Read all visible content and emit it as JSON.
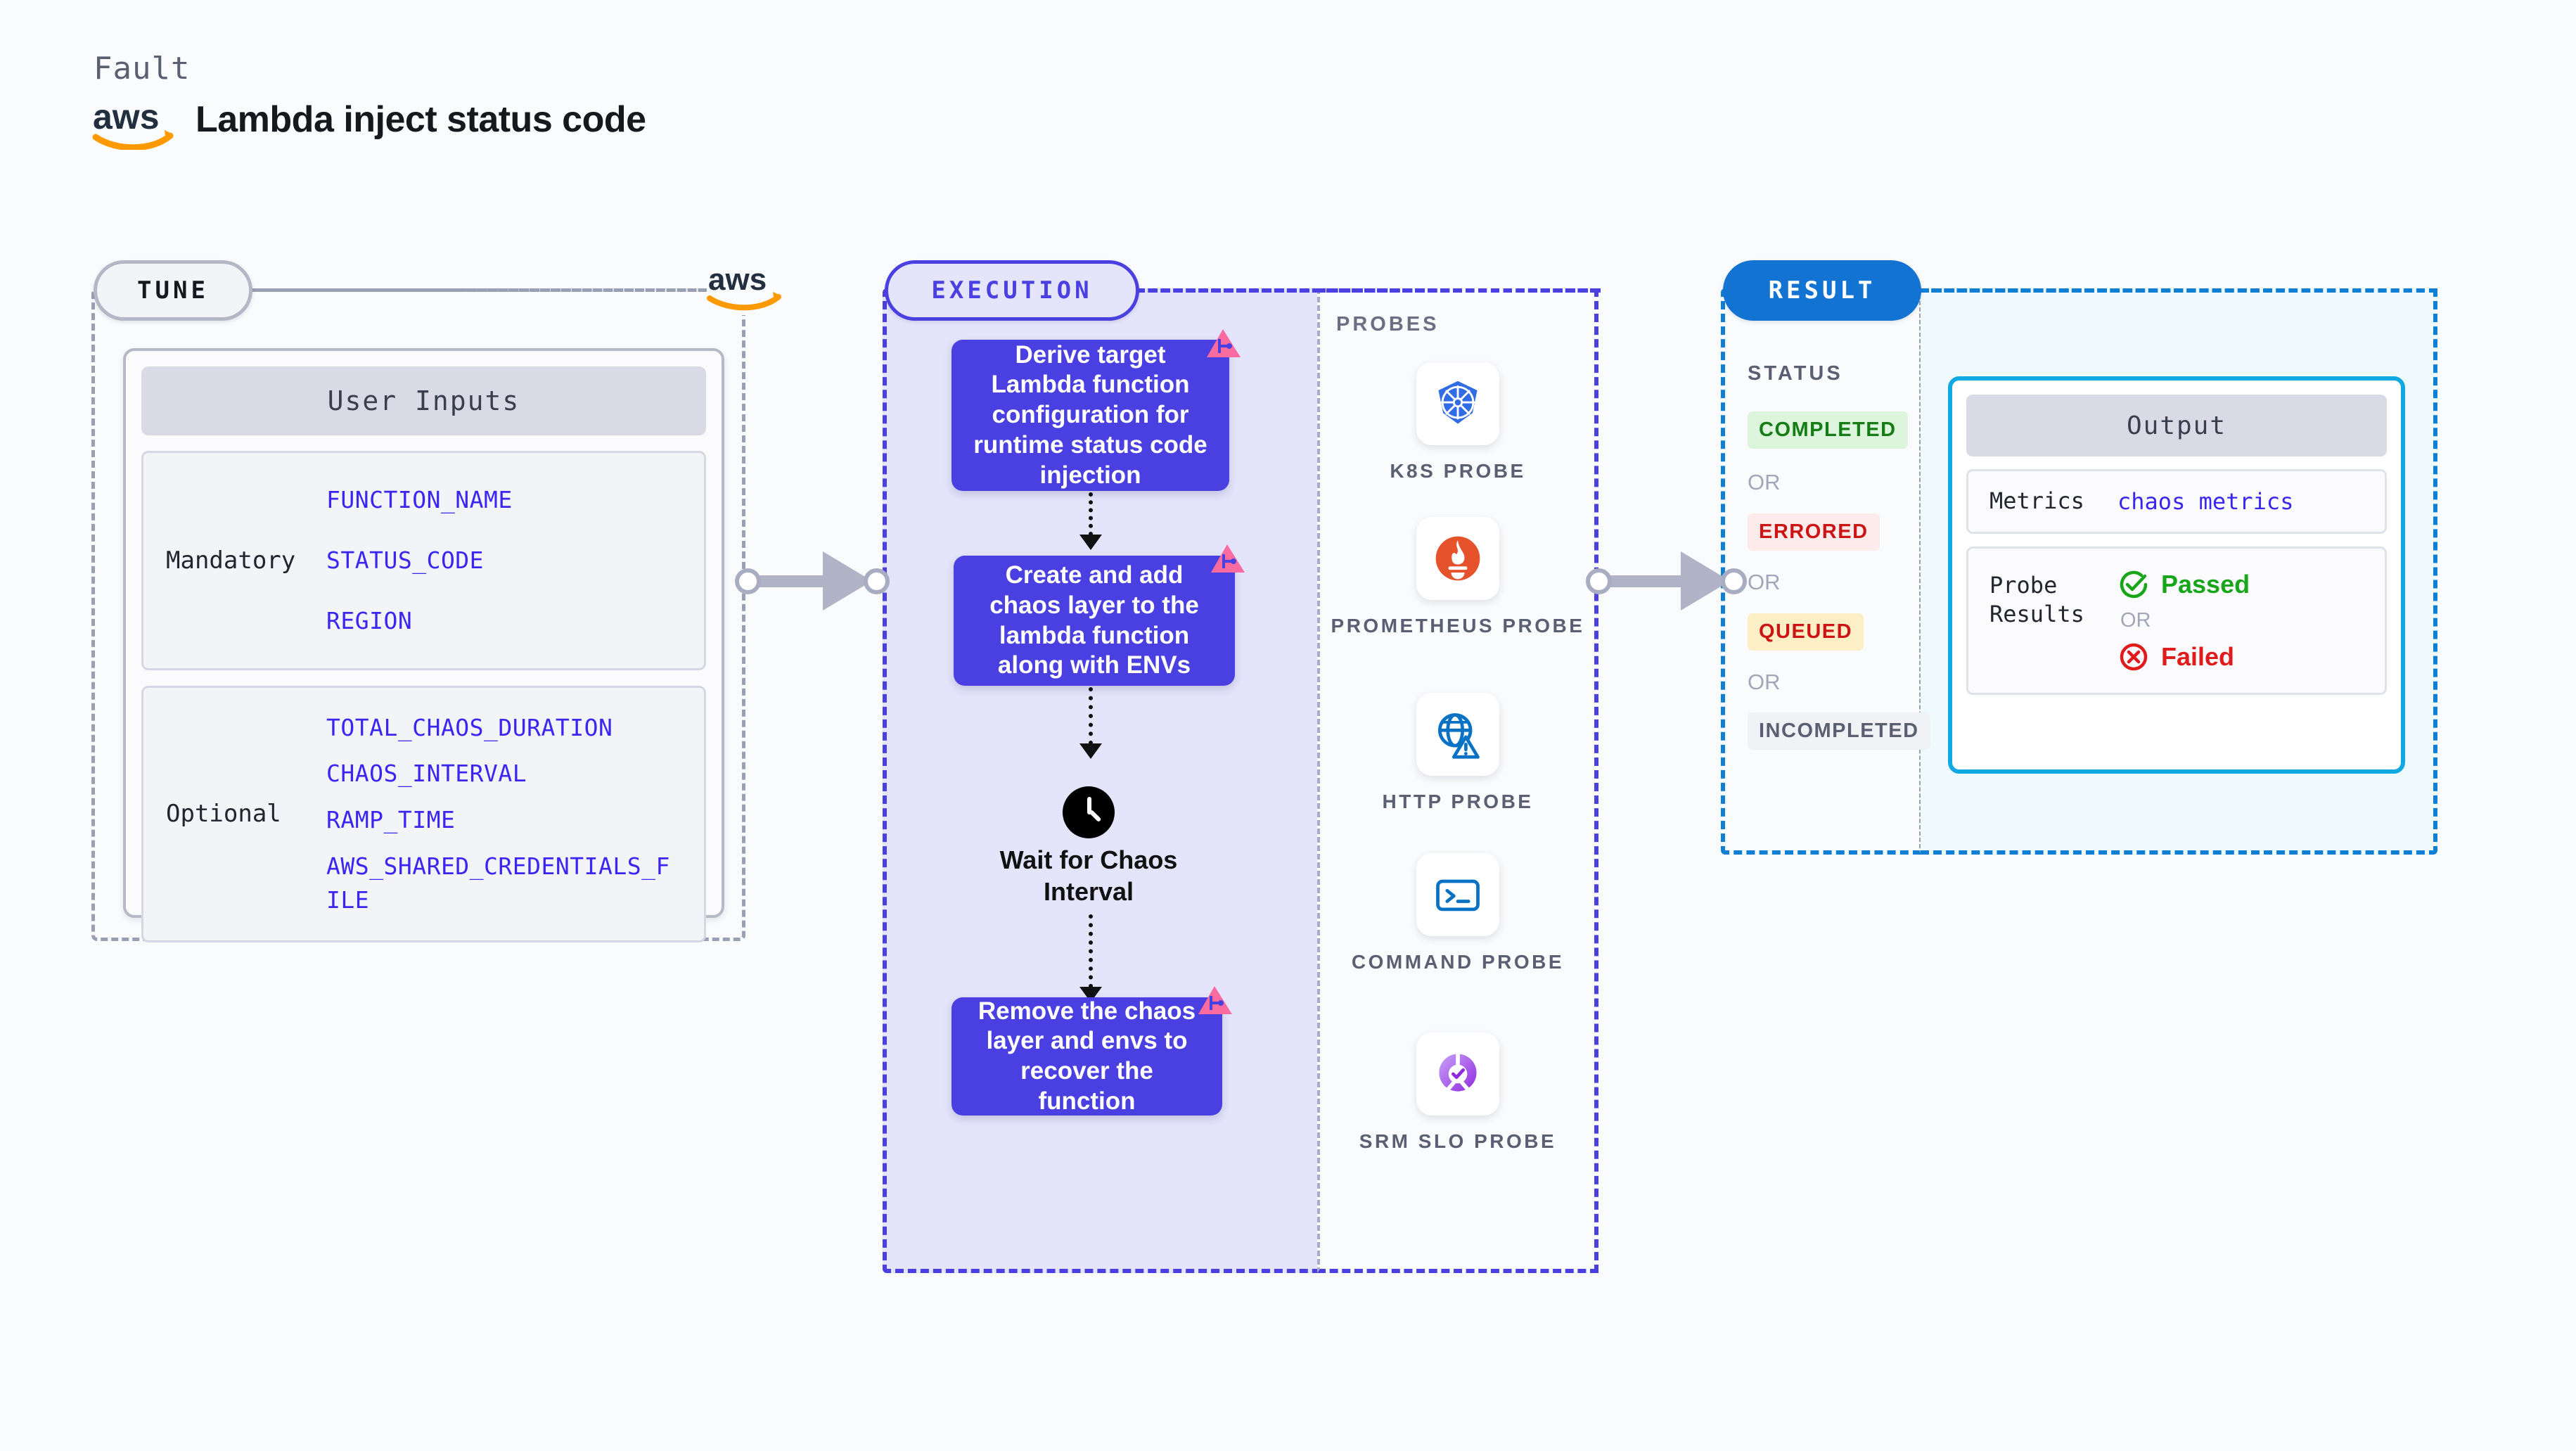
{
  "header": {
    "eyebrow": "Fault",
    "logo": "aws-logo",
    "title": "Lambda inject status code"
  },
  "tune": {
    "chip_label": "TUNE",
    "logo": "aws-logo",
    "card_title": "User Inputs",
    "groups": [
      {
        "label": "Mandatory",
        "vars": [
          "FUNCTION_NAME",
          "STATUS_CODE",
          "REGION"
        ]
      },
      {
        "label": "Optional",
        "vars": [
          "TOTAL_CHAOS_DURATION",
          "CHAOS_INTERVAL",
          "RAMP_TIME",
          "AWS_SHARED_CREDENTIALS_FILE"
        ]
      }
    ]
  },
  "execution": {
    "chip_label": "EXECUTION",
    "steps": [
      {
        "text": "Derive target Lambda function configuration for runtime status code injection",
        "badge": "chaos-ribbon-icon"
      },
      {
        "text": "Create and add chaos layer to the lambda function along with ENVs",
        "badge": "chaos-ribbon-icon"
      }
    ],
    "wait": {
      "icon": "clock-icon",
      "label": "Wait for Chaos Interval"
    },
    "final_step": {
      "text": "Remove the chaos layer and envs to recover the function",
      "badge": "chaos-ribbon-icon"
    }
  },
  "probes": {
    "title": "PROBES",
    "items": [
      {
        "label": "K8S PROBE",
        "icon": "kubernetes-icon"
      },
      {
        "label": "PROMETHEUS PROBE",
        "icon": "prometheus-icon"
      },
      {
        "label": "HTTP PROBE",
        "icon": "http-globe-icon"
      },
      {
        "label": "COMMAND PROBE",
        "icon": "terminal-icon"
      },
      {
        "label": "SRM SLO PROBE",
        "icon": "srm-slo-icon"
      }
    ]
  },
  "result": {
    "chip_label": "RESULT",
    "status_title": "STATUS",
    "separator": "OR",
    "statuses": [
      {
        "label": "COMPLETED",
        "color": "#167c16",
        "bg": "#dcf5dc"
      },
      {
        "label": "ERRORED",
        "color": "#cc1414",
        "bg": "#fdeaea"
      },
      {
        "label": "QUEUED",
        "color": "#cc1414",
        "bg": "#fcefc6"
      },
      {
        "label": "INCOMPLETED",
        "color": "#5a6072",
        "bg": "#f1f2f6"
      }
    ],
    "output": {
      "title": "Output",
      "metrics_key": "Metrics",
      "metrics_value": "chaos metrics",
      "probe_results_key": "Probe Results",
      "passed_label": "Passed",
      "failed_label": "Failed",
      "separator": "OR",
      "passed_color": "#18a51a",
      "failed_color": "#e01b1b"
    }
  },
  "colors": {
    "accent_purple": "#4a3fe0",
    "accent_blue": "#1273d3",
    "ribbon_pink": "#fa6ba0",
    "aws_orange": "#ff9900"
  }
}
